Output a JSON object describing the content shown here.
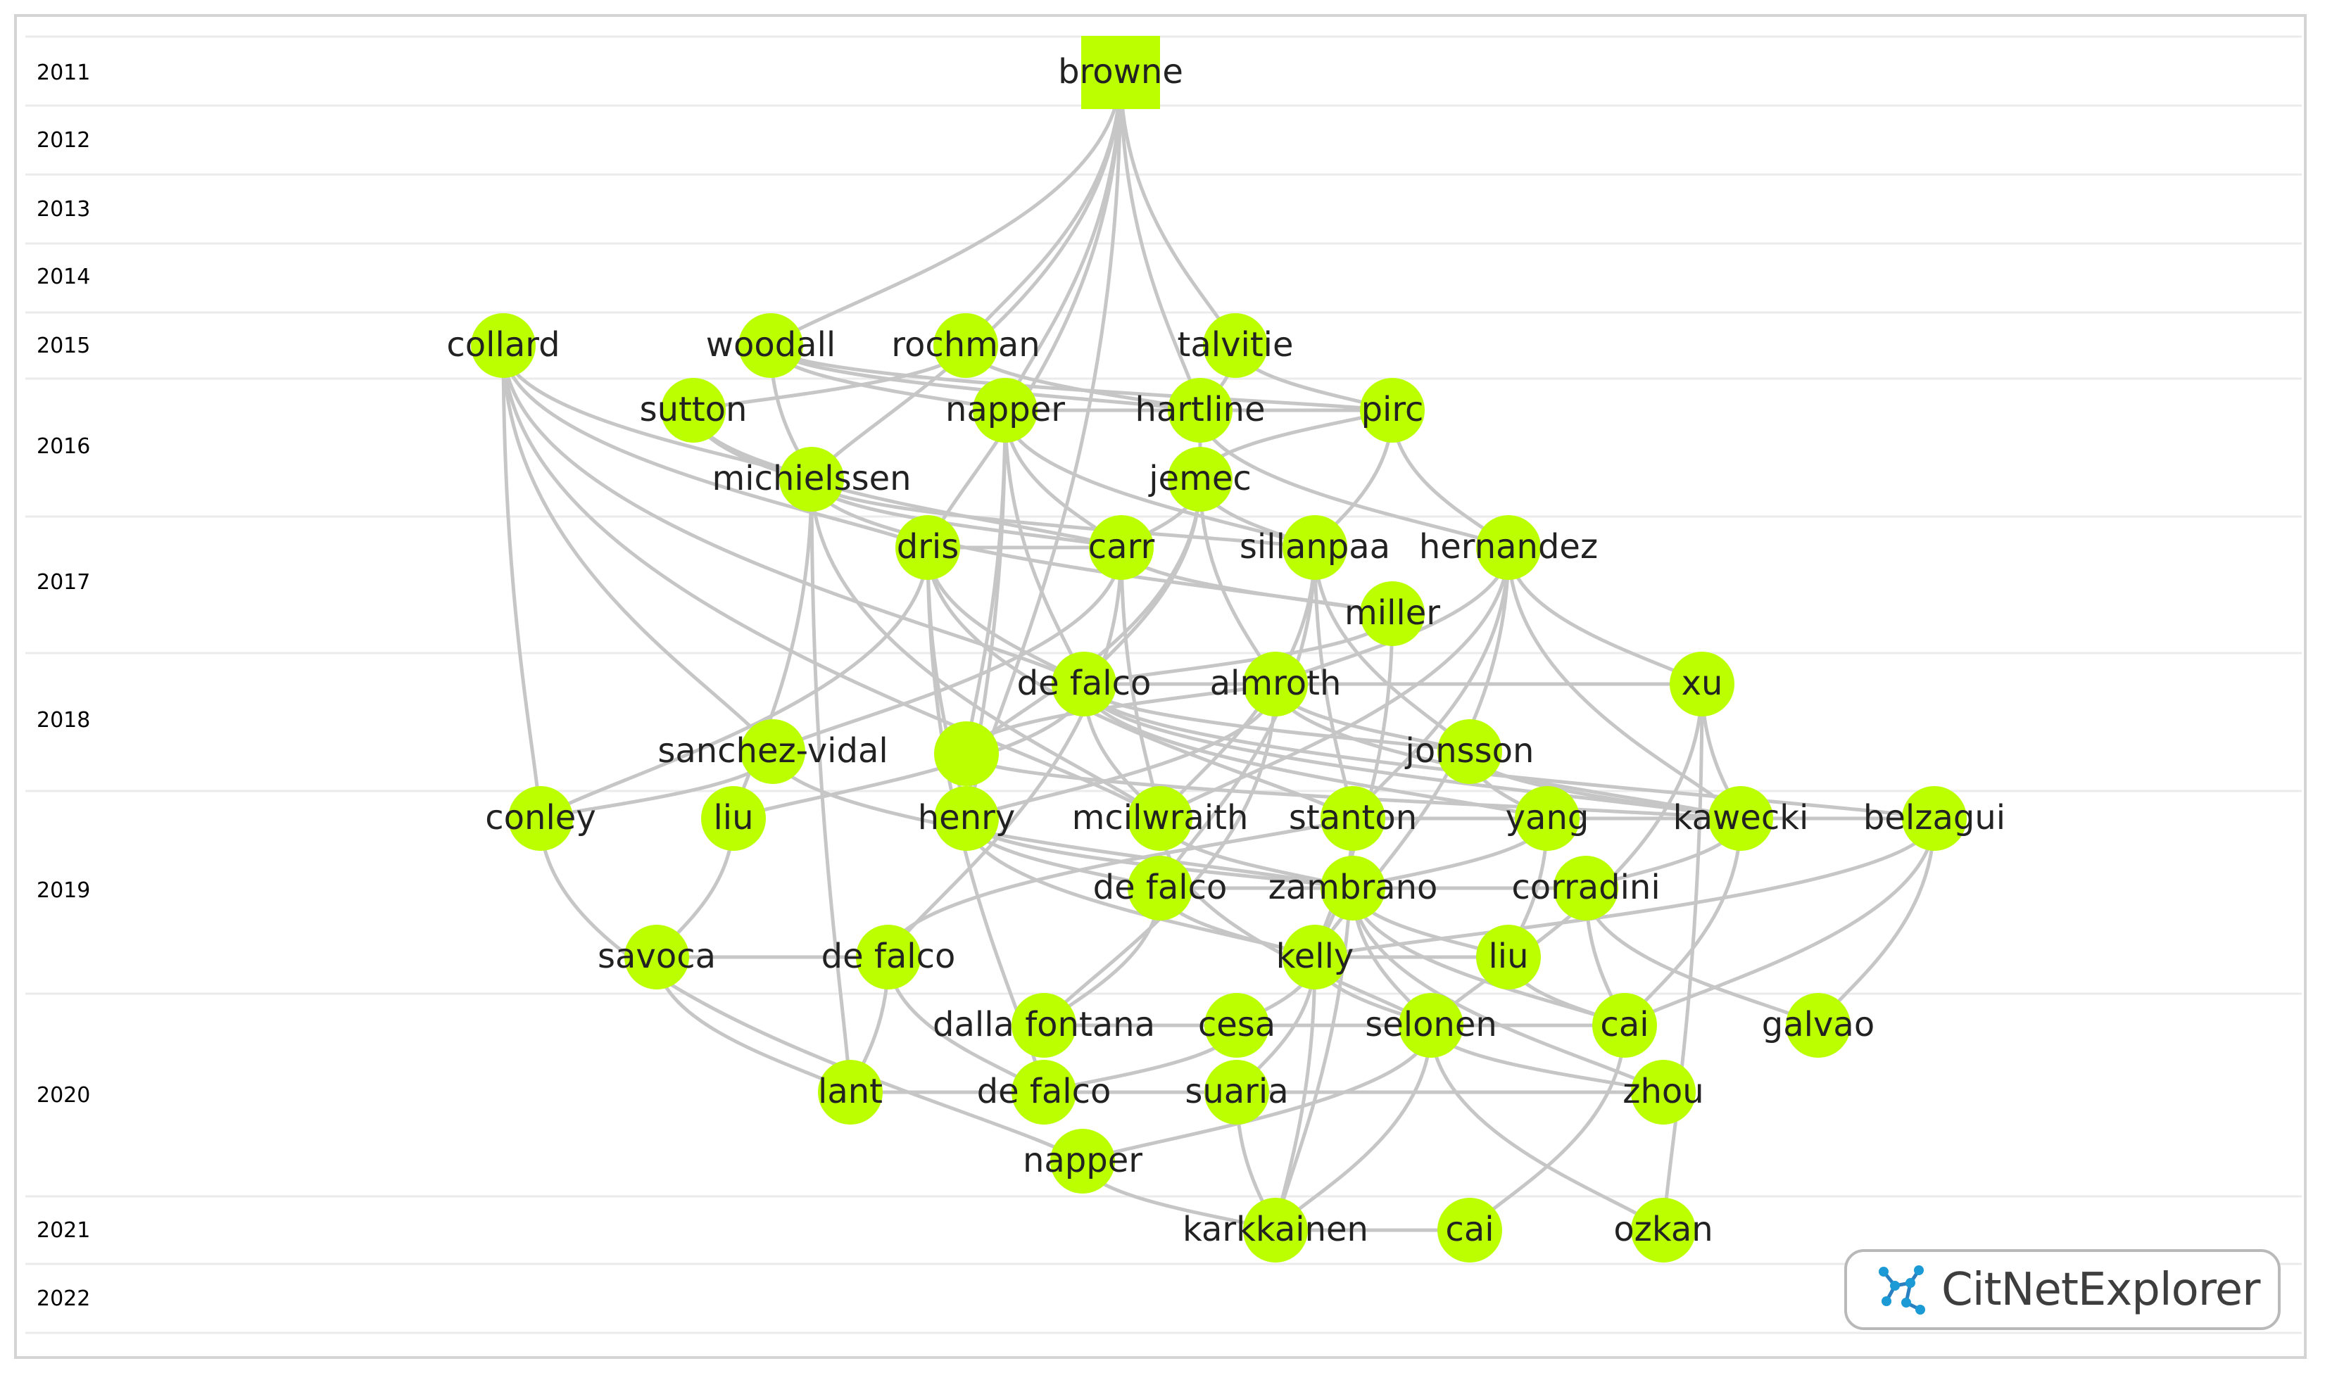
{
  "years": [
    "2011",
    "2012",
    "2013",
    "2014",
    "2015",
    "2016",
    "2017",
    "2018",
    "2019",
    "2020",
    "2021",
    "2022"
  ],
  "node_color": "#bbff00",
  "edge_color": "#c6c6c6",
  "nodes": [
    {
      "id": "n_browne",
      "label": "browne",
      "year": "2011",
      "shape": "square"
    },
    {
      "id": "n_collard",
      "label": "collard",
      "year": "2015"
    },
    {
      "id": "n_woodall",
      "label": "woodall",
      "year": "2015"
    },
    {
      "id": "n_rochman",
      "label": "rochman",
      "year": "2015"
    },
    {
      "id": "n_talvitie",
      "label": "talvitie",
      "year": "2015"
    },
    {
      "id": "n_sutton",
      "label": "sutton",
      "year": "2016"
    },
    {
      "id": "n_napper1",
      "label": "napper",
      "year": "2016"
    },
    {
      "id": "n_hartline",
      "label": "hartline",
      "year": "2016"
    },
    {
      "id": "n_pirc",
      "label": "pirc",
      "year": "2016"
    },
    {
      "id": "n_michielssen",
      "label": "michielssen",
      "year": "2016"
    },
    {
      "id": "n_jemec",
      "label": "jemec",
      "year": "2016"
    },
    {
      "id": "n_dris",
      "label": "dris",
      "year": "2017"
    },
    {
      "id": "n_carr",
      "label": "carr",
      "year": "2017"
    },
    {
      "id": "n_sillanpaa",
      "label": "sillanpaa",
      "year": "2017"
    },
    {
      "id": "n_hernandez",
      "label": "hernandez",
      "year": "2017"
    },
    {
      "id": "n_miller",
      "label": "miller",
      "year": "2017"
    },
    {
      "id": "n_defalco1",
      "label": "de falco",
      "year": "2018"
    },
    {
      "id": "n_almroth",
      "label": "almroth",
      "year": "2018"
    },
    {
      "id": "n_xu",
      "label": "xu",
      "year": "2018"
    },
    {
      "id": "n_sanchez",
      "label": "sanchez-vidal",
      "year": "2018"
    },
    {
      "id": "n_unlabeled",
      "label": "",
      "year": "2018"
    },
    {
      "id": "n_jonsson",
      "label": "jonsson",
      "year": "2018"
    },
    {
      "id": "n_conley",
      "label": "conley",
      "year": "2019"
    },
    {
      "id": "n_liu1",
      "label": "liu",
      "year": "2019"
    },
    {
      "id": "n_henry",
      "label": "henry",
      "year": "2019"
    },
    {
      "id": "n_mcilwraith",
      "label": "mcilwraith",
      "year": "2019"
    },
    {
      "id": "n_stanton",
      "label": "stanton",
      "year": "2019"
    },
    {
      "id": "n_yang",
      "label": "yang",
      "year": "2019"
    },
    {
      "id": "n_kawecki",
      "label": "kawecki",
      "year": "2019"
    },
    {
      "id": "n_belzagui",
      "label": "belzagui",
      "year": "2019"
    },
    {
      "id": "n_defalco2",
      "label": "de falco",
      "year": "2019"
    },
    {
      "id": "n_zambrano",
      "label": "zambrano",
      "year": "2019"
    },
    {
      "id": "n_corradini",
      "label": "corradini",
      "year": "2019"
    },
    {
      "id": "n_savoca",
      "label": "savoca",
      "year": "2019"
    },
    {
      "id": "n_defalco3",
      "label": "de falco",
      "year": "2019"
    },
    {
      "id": "n_kelly",
      "label": "kelly",
      "year": "2019"
    },
    {
      "id": "n_liu2",
      "label": "liu",
      "year": "2019"
    },
    {
      "id": "n_dalla",
      "label": "dalla fontana",
      "year": "2020"
    },
    {
      "id": "n_cesa",
      "label": "cesa",
      "year": "2020"
    },
    {
      "id": "n_selonen",
      "label": "selonen",
      "year": "2020"
    },
    {
      "id": "n_cai1",
      "label": "cai",
      "year": "2020"
    },
    {
      "id": "n_galvao",
      "label": "galvao",
      "year": "2020"
    },
    {
      "id": "n_lant",
      "label": "lant",
      "year": "2020"
    },
    {
      "id": "n_defalco4",
      "label": "de falco",
      "year": "2020"
    },
    {
      "id": "n_suaria",
      "label": "suaria",
      "year": "2020"
    },
    {
      "id": "n_zhou",
      "label": "zhou",
      "year": "2020"
    },
    {
      "id": "n_napper2",
      "label": "napper",
      "year": "2020"
    },
    {
      "id": "n_karkkainen",
      "label": "karkkainen",
      "year": "2021"
    },
    {
      "id": "n_cai2",
      "label": "cai",
      "year": "2021"
    },
    {
      "id": "n_ozkan",
      "label": "ozkan",
      "year": "2021"
    }
  ],
  "edges": [
    [
      "n_browne",
      "n_woodall"
    ],
    [
      "n_browne",
      "n_rochman"
    ],
    [
      "n_browne",
      "n_talvitie"
    ],
    [
      "n_browne",
      "n_napper1"
    ],
    [
      "n_browne",
      "n_hartline"
    ],
    [
      "n_browne",
      "n_dris"
    ],
    [
      "n_browne",
      "n_michielssen"
    ],
    [
      "n_browne",
      "n_henry"
    ],
    [
      "n_collard",
      "n_michielssen"
    ],
    [
      "n_collard",
      "n_conley"
    ],
    [
      "n_collard",
      "n_defalco1"
    ],
    [
      "n_collard",
      "n_dris"
    ],
    [
      "n_collard",
      "n_sanchez"
    ],
    [
      "n_collard",
      "n_mcilwraith"
    ],
    [
      "n_woodall",
      "n_napper1"
    ],
    [
      "n_woodall",
      "n_hartline"
    ],
    [
      "n_woodall",
      "n_pirc"
    ],
    [
      "n_woodall",
      "n_michielssen"
    ],
    [
      "n_rochman",
      "n_sutton"
    ],
    [
      "n_rochman",
      "n_hartline"
    ],
    [
      "n_talvitie",
      "n_hartline"
    ],
    [
      "n_talvitie",
      "n_pirc"
    ],
    [
      "n_sutton",
      "n_carr"
    ],
    [
      "n_sutton",
      "n_michielssen"
    ],
    [
      "n_napper1",
      "n_hartline"
    ],
    [
      "n_napper1",
      "n_defalco1"
    ],
    [
      "n_napper1",
      "n_sillanpaa"
    ],
    [
      "n_napper1",
      "n_unlabeled"
    ],
    [
      "n_napper1",
      "n_carr"
    ],
    [
      "n_napper1",
      "n_henry"
    ],
    [
      "n_hartline",
      "n_pirc"
    ],
    [
      "n_hartline",
      "n_jemec"
    ],
    [
      "n_hartline",
      "n_hernandez"
    ],
    [
      "n_pirc",
      "n_sillanpaa"
    ],
    [
      "n_pirc",
      "n_hernandez"
    ],
    [
      "n_michielssen",
      "n_carr"
    ],
    [
      "n_michielssen",
      "n_sillanpaa"
    ],
    [
      "n_michielssen",
      "n_miller"
    ],
    [
      "n_michielssen",
      "n_lant"
    ],
    [
      "n_michielssen",
      "n_liu1"
    ],
    [
      "n_michielssen",
      "n_mcilwraith"
    ],
    [
      "n_jemec",
      "n_carr"
    ],
    [
      "n_jemec",
      "n_defalco1"
    ],
    [
      "n_jemec",
      "n_almroth"
    ],
    [
      "n_jemec",
      "n_sillanpaa"
    ],
    [
      "n_jemec",
      "n_unlabeled"
    ],
    [
      "n_jemec",
      "n_pirc"
    ],
    [
      "n_dris",
      "n_carr"
    ],
    [
      "n_dris",
      "n_henry"
    ],
    [
      "n_dris",
      "n_defalco1"
    ],
    [
      "n_dris",
      "n_stanton"
    ],
    [
      "n_dris",
      "n_defalco4"
    ],
    [
      "n_dris",
      "n_conley"
    ],
    [
      "n_carr",
      "n_miller"
    ],
    [
      "n_carr",
      "n_mcilwraith"
    ],
    [
      "n_carr",
      "n_sanchez"
    ],
    [
      "n_carr",
      "n_defalco3"
    ],
    [
      "n_sillanpaa",
      "n_stanton"
    ],
    [
      "n_sillanpaa",
      "n_mcilwraith"
    ],
    [
      "n_sillanpaa",
      "n_defalco2"
    ],
    [
      "n_sillanpaa",
      "n_jonsson"
    ],
    [
      "n_hernandez",
      "n_xu"
    ],
    [
      "n_hernandez",
      "n_kawecki"
    ],
    [
      "n_hernandez",
      "n_stanton"
    ],
    [
      "n_hernandez",
      "n_mcilwraith"
    ],
    [
      "n_hernandez",
      "n_almroth"
    ],
    [
      "n_hernandez",
      "n_kelly"
    ],
    [
      "n_miller",
      "n_kelly"
    ],
    [
      "n_miller",
      "n_defalco1"
    ],
    [
      "n_defalco1",
      "n_almroth"
    ],
    [
      "n_defalco1",
      "n_kawecki"
    ],
    [
      "n_defalco1",
      "n_jonsson"
    ],
    [
      "n_defalco1",
      "n_liu1"
    ],
    [
      "n_defalco1",
      "n_yang"
    ],
    [
      "n_defalco1",
      "n_belzagui"
    ],
    [
      "n_defalco1",
      "n_mcilwraith"
    ],
    [
      "n_almroth",
      "n_xu"
    ],
    [
      "n_almroth",
      "n_kawecki"
    ],
    [
      "n_almroth",
      "n_henry"
    ],
    [
      "n_almroth",
      "n_dalla"
    ],
    [
      "n_almroth",
      "n_jonsson"
    ],
    [
      "n_xu",
      "n_kawecki"
    ],
    [
      "n_xu",
      "n_ozkan"
    ],
    [
      "n_xu",
      "n_selonen"
    ],
    [
      "n_sanchez",
      "n_conley"
    ],
    [
      "n_sanchez",
      "n_zambrano"
    ],
    [
      "n_unlabeled",
      "n_almroth"
    ],
    [
      "n_unlabeled",
      "n_kawecki"
    ],
    [
      "n_jonsson",
      "n_yang"
    ],
    [
      "n_jonsson",
      "n_kawecki"
    ],
    [
      "n_conley",
      "n_napper2"
    ],
    [
      "n_liu1",
      "n_savoca"
    ],
    [
      "n_henry",
      "n_defalco2"
    ],
    [
      "n_henry",
      "n_zambrano"
    ],
    [
      "n_henry",
      "n_kelly"
    ],
    [
      "n_mcilwraith",
      "n_zambrano"
    ],
    [
      "n_mcilwraith",
      "n_selonen"
    ],
    [
      "n_stanton",
      "n_kelly"
    ],
    [
      "n_stanton",
      "n_karkkainen"
    ],
    [
      "n_stanton",
      "n_yang"
    ],
    [
      "n_yang",
      "n_liu2"
    ],
    [
      "n_yang",
      "n_kawecki"
    ],
    [
      "n_yang",
      "n_zambrano"
    ],
    [
      "n_kawecki",
      "n_belzagui"
    ],
    [
      "n_kawecki",
      "n_cai1"
    ],
    [
      "n_kawecki",
      "n_corradini"
    ],
    [
      "n_belzagui",
      "n_cai1"
    ],
    [
      "n_belzagui",
      "n_galvao"
    ],
    [
      "n_belzagui",
      "n_kelly"
    ],
    [
      "n_defalco2",
      "n_kelly"
    ],
    [
      "n_defalco2",
      "n_dalla"
    ],
    [
      "n_defalco2",
      "n_zambrano"
    ],
    [
      "n_zambrano",
      "n_corradini"
    ],
    [
      "n_zambrano",
      "n_selonen"
    ],
    [
      "n_zambrano",
      "n_liu2"
    ],
    [
      "n_zambrano",
      "n_cai1"
    ],
    [
      "n_zambrano",
      "n_zhou"
    ],
    [
      "n_corradini",
      "n_cai1"
    ],
    [
      "n_corradini",
      "n_galvao"
    ],
    [
      "n_savoca",
      "n_lant"
    ],
    [
      "n_savoca",
      "n_defalco3"
    ],
    [
      "n_defalco3",
      "n_defalco4"
    ],
    [
      "n_defalco3",
      "n_lant"
    ],
    [
      "n_defalco3",
      "n_stanton"
    ],
    [
      "n_kelly",
      "n_selonen"
    ],
    [
      "n_kelly",
      "n_cesa"
    ],
    [
      "n_kelly",
      "n_karkkainen"
    ],
    [
      "n_kelly",
      "n_liu2"
    ],
    [
      "n_kelly",
      "n_suaria"
    ],
    [
      "n_liu2",
      "n_cai1"
    ],
    [
      "n_dalla",
      "n_cesa"
    ],
    [
      "n_cesa",
      "n_defalco4"
    ],
    [
      "n_selonen",
      "n_karkkainen"
    ],
    [
      "n_selonen",
      "n_ozkan"
    ],
    [
      "n_selonen",
      "n_zhou"
    ],
    [
      "n_selonen",
      "n_cai1"
    ],
    [
      "n_selonen",
      "n_napper2"
    ],
    [
      "n_selonen",
      "n_cesa"
    ],
    [
      "n_cai1",
      "n_cai2"
    ],
    [
      "n_lant",
      "n_defalco4"
    ],
    [
      "n_defalco4",
      "n_suaria"
    ],
    [
      "n_suaria",
      "n_karkkainen"
    ],
    [
      "n_suaria",
      "n_zhou"
    ],
    [
      "n_napper2",
      "n_karkkainen"
    ],
    [
      "n_karkkainen",
      "n_cai2"
    ]
  ],
  "logo": {
    "text": "CitNetExplorer"
  }
}
